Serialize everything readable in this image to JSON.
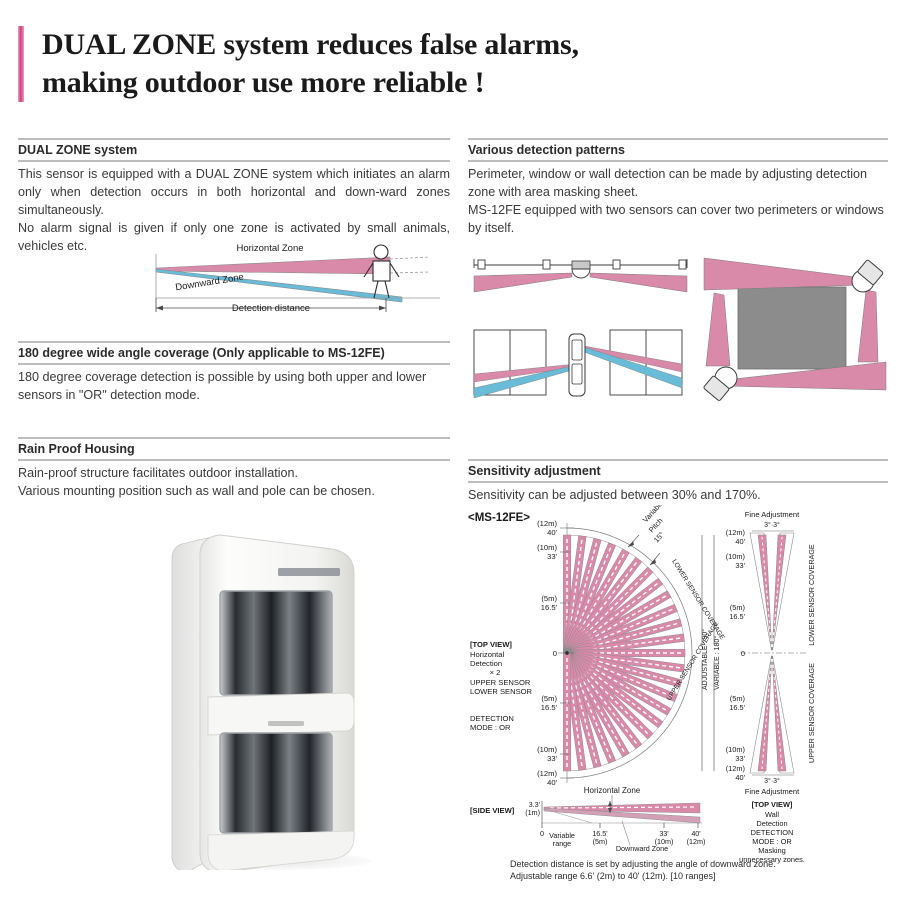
{
  "title": {
    "line1": "DUAL ZONE system reduces false alarms,",
    "line2": "making outdoor use more reliable !",
    "accent_color": "#cf3f7f"
  },
  "colors": {
    "pink_zone": "#d98aa8",
    "blue_zone": "#68bcd8",
    "grey_block": "#8c8c8c",
    "rule": "#bdbdbd"
  },
  "sections": {
    "dual_zone": {
      "heading": "DUAL ZONE system",
      "paragraph1": "This sensor is equipped with a DUAL ZONE system which initiates an alarm only when detection occurs in both horizontal and down-ward zones simultaneously.",
      "paragraph2": "No alarm signal is given if only one zone is activated by small animals, vehicles etc."
    },
    "wide_angle": {
      "heading": "180 degree wide angle coverage (Only applicable to MS-12FE)",
      "paragraph1": "180 degree coverage detection is possible by using both upper and lower sensors in \"OR\" detection mode."
    },
    "rain_proof": {
      "heading": "Rain Proof Housing",
      "paragraph1": "Rain-proof structure facilitates outdoor installation.",
      "paragraph2": "Various mounting position such as wall and pole can be chosen."
    },
    "detection_patterns": {
      "heading": "Various detection patterns",
      "paragraph1": "Perimeter, window or wall detection can be made by adjusting detection zone with area masking sheet.",
      "paragraph2": "MS-12FE equipped with two sensors can cover two perimeters or windows by itself."
    },
    "sensitivity": {
      "heading": "Sensitivity adjustment",
      "paragraph1": "Sensitivity can be adjusted between 30% and 170%."
    }
  },
  "dual_zone_figure": {
    "horizontal_zone": "Horizontal Zone",
    "downward_zone": "Downward Zone",
    "detection_distance": "Detection distance"
  },
  "coverage_figure": {
    "model": "<MS-12FE>",
    "top_view_label": "[TOP VIEW]",
    "horizontal_detection": "Horizontal",
    "detection_word": "Detection",
    "times_two": "× 2",
    "upper_sensor": "UPPER SENSOR",
    "lower_sensor": "LOWER SENSOR",
    "detection_mode_1": "DETECTION",
    "detection_mode_2": "MODE : OR",
    "variable_pitch_1": "Variable",
    "variable_pitch_2": "Pitch",
    "variable_pitch_3": "15°",
    "lower_sensor_coverage": "LOWER SENSOR COVERAGE",
    "upper_sensor_coverage": "UPPER SENSOR COVERAGE",
    "adjustable": "ADJUSTABLE : 90°",
    "variable": "VARIABLE : 180°",
    "horizontal_zone": "Horizontal Zone",
    "downward_zone": "Downward Zone",
    "side_view_label": "[SIDE VIEW]",
    "variable_range_1": "Variable",
    "variable_range_2": "range",
    "fine_adjustment": "Fine Adjustment",
    "fine_adjustment_angle": "3°·3°",
    "wall_detection_1": "Wall",
    "wall_detection_2": "Detection",
    "masking_1": "Masking",
    "masking_2": "unnecessary zones.",
    "axis_labels": [
      {
        "metric": "(12m)",
        "feet": "40'"
      },
      {
        "metric": "(10m)",
        "feet": "33'"
      },
      {
        "metric": "(5m)",
        "feet": "16.5'"
      },
      {
        "metric": "",
        "feet": "0"
      },
      {
        "metric": "(5m)",
        "feet": "16.5'"
      },
      {
        "metric": "(10m)",
        "feet": "33'"
      },
      {
        "metric": "(12m)",
        "feet": "40'"
      }
    ],
    "side_axis": {
      "height_ft": "3.3'",
      "height_m": "(1m)",
      "zero": "0",
      "t1_ft": "16.5'",
      "t1_m": "(5m)",
      "t2_ft": "33'",
      "t2_m": "(10m)",
      "t3_ft": "40'",
      "t3_m": "(12m)"
    },
    "caption_line1": "Detection distance is set by adjusting the angle of downward zone.",
    "caption_line2": "Adjustable range 6.6' (2m) to 40' (12m). [10 ranges]"
  }
}
